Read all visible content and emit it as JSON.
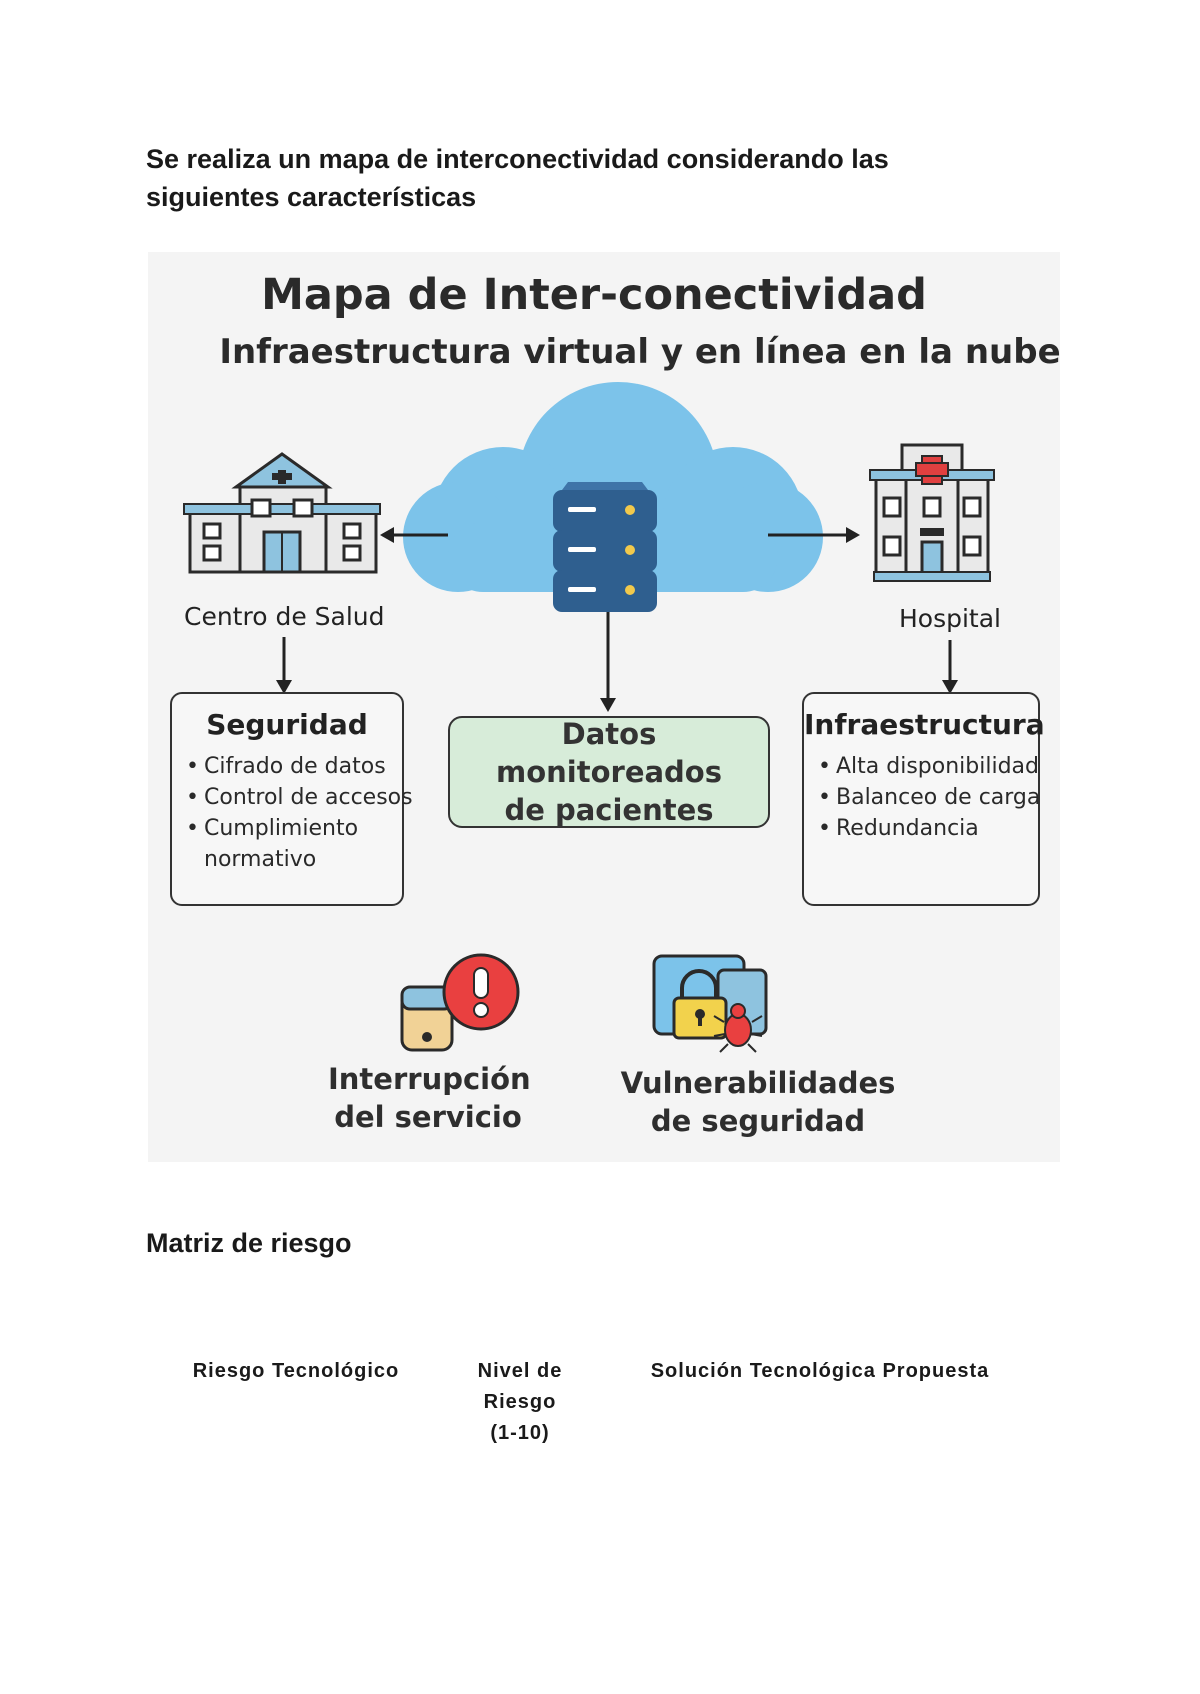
{
  "intro_text": "Se realiza un mapa de interconectividad considerando las siguientes características",
  "figure": {
    "title": "Mapa de Inter-conectividad",
    "subtitle": "Infraestructura virtual y en línea en la nube",
    "left_node": "Centro de Salud",
    "right_node": "Hospital",
    "seguridad": {
      "title": "Seguridad",
      "items": [
        "Cifrado de datos",
        "Control de accesos",
        "Cumplimiento",
        "normativo"
      ]
    },
    "datos": {
      "line1": "Datos monitoreados",
      "line2": "de pacientes"
    },
    "infraestructura": {
      "title": "Infraestructura",
      "items": [
        "Alta disponibilidad",
        "Balanceo de carga",
        "Redundancia"
      ]
    },
    "risk_interrupcion": {
      "line1": "Interrupción",
      "line2": "del servicio"
    },
    "risk_vulnerabilidades": {
      "line1": "Vulnerabilidades",
      "line2": "de seguridad"
    },
    "colors": {
      "cloud": "#7cc3ea",
      "server": "#2f5f8f",
      "server_light": "#3f74a8",
      "led": "#f2c94c",
      "building": "#e9e9e9",
      "roof": "#8ec3df",
      "cross": "#e04040",
      "datos_bg": "#d7ecd9",
      "alert": "#e94040"
    }
  },
  "section_title": "Matriz de riesgo",
  "table": {
    "headers": {
      "riesgo": "Riesgo Tecnológico",
      "nivel": [
        "Nivel de",
        "Riesgo",
        "(1-10)"
      ],
      "solucion": "Solución Tecnológica Propuesta"
    }
  }
}
